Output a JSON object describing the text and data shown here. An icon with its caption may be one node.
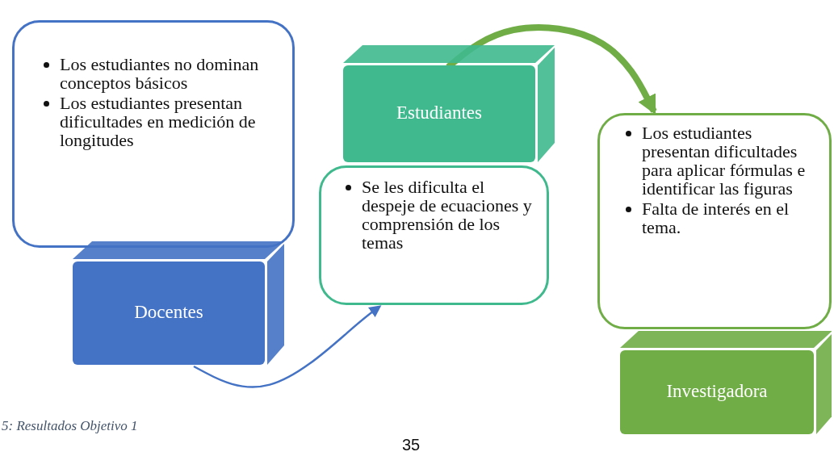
{
  "diagram": {
    "caption": "5: Resultados Objetivo 1",
    "nodes": [
      {
        "text": [
          "Los estudiantes no dominan conceptos básicos",
          "Los estudiantes presentan dificultades en medición de longitudes"
        ]
      },
      {
        "text": [
          "Docentes"
        ]
      },
      {
        "text": [
          "Estudiantes"
        ]
      },
      {
        "text": [
          "Se les dificulta el despeje de ecuaciones y comprensión de los temas"
        ]
      },
      {
        "text": [
          "Los estudiantes presentan dificultades para aplicar fórmulas e identificar las figuras",
          "Falta de interés en el tema."
        ]
      },
      {
        "text": [
          "Investigadora"
        ]
      }
    ],
    "edges": [
      {
        "from": 1,
        "to": 3,
        "arrow": "to",
        "color": "#4472c4"
      },
      {
        "from": 2,
        "to": 4,
        "arrow": "to",
        "style": "thick",
        "color": "#70ad47"
      }
    ],
    "labels": [
      "35"
    ]
  }
}
